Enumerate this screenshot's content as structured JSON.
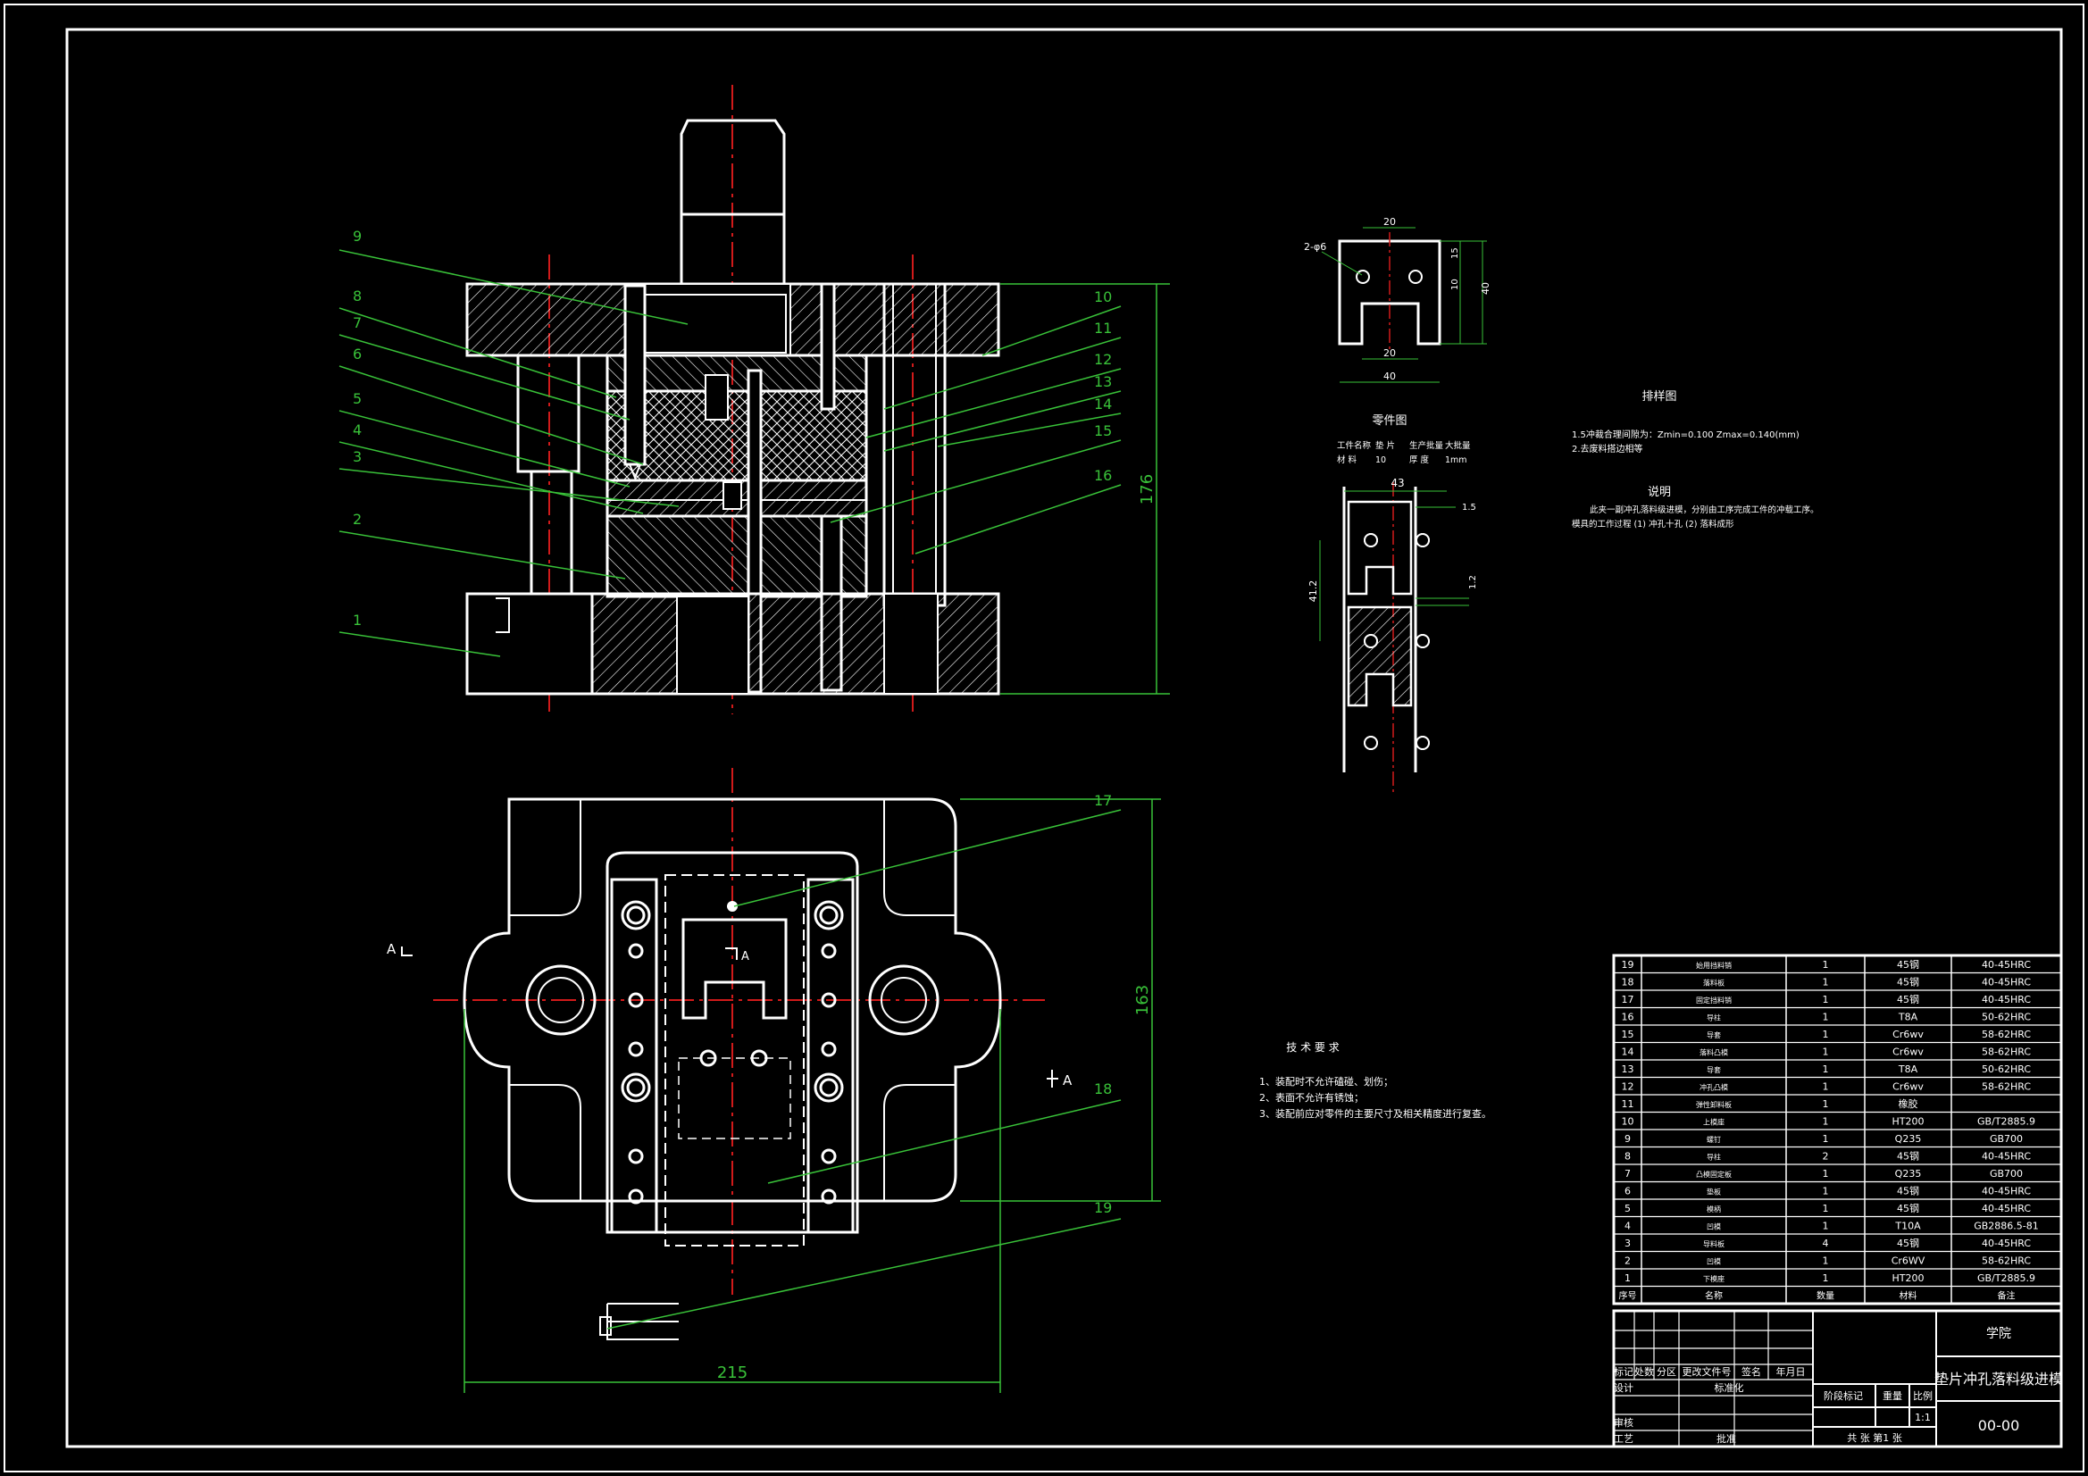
{
  "colors": {
    "background": "#000000",
    "outline": "#ffffff",
    "centerline": "#d11a1a",
    "leader": "#39c239",
    "dimension": "#39c239",
    "text_white": "#ffffff",
    "text_green": "#39c239"
  },
  "main_view": {
    "part_numbers_left": [
      "9",
      "8",
      "7",
      "6",
      "5",
      "4",
      "3",
      "2",
      "1"
    ],
    "part_numbers_right": [
      "10",
      "11",
      "12",
      "13",
      "14",
      "15",
      "16"
    ],
    "height_dim": "176"
  },
  "plan_view": {
    "part_numbers": [
      "17",
      "18",
      "19"
    ],
    "width_dim": "215",
    "height_dim": "163",
    "section_mark": "A"
  },
  "part_drawing": {
    "title": "零件图",
    "dims": {
      "top": "20",
      "bottom": "40",
      "inner": "20",
      "right1": "15",
      "right2": "10",
      "right3": "40"
    },
    "hole_label": "2-φ6",
    "info_line1": [
      "工件名称",
      "垫  片",
      "生产批量",
      "大批量"
    ],
    "info_line2": [
      "材  料",
      "10",
      "厚  度",
      "1mm"
    ]
  },
  "strip_layout": {
    "title": "排样图",
    "width_dim": "43",
    "pitch_dim": "41.2",
    "margin1": "1.5",
    "margin2": "1.2",
    "notes": [
      "1.5冲裁合理间隙为：Zmin=0.100  Zmax=0.140(mm)",
      "2.去废料搭边相等"
    ]
  },
  "process": {
    "title": "说明",
    "lines": [
      "此夹一副冲孔落料级进模，分别由工序完成工件的冲载工序。",
      "模具的工作过程 (1) 冲孔十孔 (2) 落料成形"
    ]
  },
  "tech_requirements": {
    "title": "技 术 要 求",
    "items": [
      "1、装配时不允许磕碰、划伤；",
      "2、表面不允许有锈蚀；",
      "3、装配前应对零件的主要尺寸及相关精度进行复查。"
    ]
  },
  "bom": {
    "header": [
      "序号",
      "名称",
      "数量",
      "材料",
      "备注"
    ],
    "rows": [
      [
        "19",
        "始用挡料销",
        "1",
        "45钢",
        "40-45HRC"
      ],
      [
        "18",
        "落料板",
        "1",
        "45钢",
        "40-45HRC"
      ],
      [
        "17",
        "固定挡料销",
        "1",
        "45钢",
        "40-45HRC"
      ],
      [
        "16",
        "导柱",
        "1",
        "T8A",
        "50-62HRC"
      ],
      [
        "15",
        "导套",
        "1",
        "Cr6wv",
        "58-62HRC"
      ],
      [
        "14",
        "落料凸模",
        "1",
        "Cr6wv",
        "58-62HRC"
      ],
      [
        "13",
        "导套",
        "1",
        "T8A",
        "50-62HRC"
      ],
      [
        "12",
        "冲孔凸模",
        "1",
        "Cr6wv",
        "58-62HRC"
      ],
      [
        "11",
        "弹性卸料板",
        "1",
        "橡胶",
        ""
      ],
      [
        "10",
        "上模座",
        "1",
        "HT200",
        "GB/T2885.9"
      ],
      [
        "9",
        "螺钉",
        "1",
        "Q235",
        "GB700"
      ],
      [
        "8",
        "导柱",
        "2",
        "45钢",
        "40-45HRC"
      ],
      [
        "7",
        "凸模固定板",
        "1",
        "Q235",
        "GB700"
      ],
      [
        "6",
        "垫板",
        "1",
        "45钢",
        "40-45HRC"
      ],
      [
        "5",
        "模柄",
        "1",
        "45钢",
        "40-45HRC"
      ],
      [
        "4",
        "凹模",
        "1",
        "T10A",
        "GB2886.5-81"
      ],
      [
        "3",
        "导料板",
        "4",
        "45钢",
        "40-45HRC"
      ],
      [
        "2",
        "凹模",
        "1",
        "Cr6WV",
        "58-62HRC"
      ],
      [
        "1",
        "下模座",
        "1",
        "HT200",
        "GB/T2885.9"
      ]
    ]
  },
  "title_block": {
    "school": "学院",
    "drawing_name": "垫片冲孔落料级进模",
    "drawing_no": "00-00",
    "scale_label": "比例",
    "scale": "1:1",
    "stage_label": "阶段标记",
    "weight_label": "重量",
    "sheet": "共  张 第1 张",
    "rev_headers": [
      "标记",
      "处数",
      "分区",
      "更改文件号",
      "签名",
      "年月日"
    ],
    "design": "设计",
    "standard": "标准化",
    "check": "审核",
    "process": "工艺",
    "approve": "批准"
  }
}
